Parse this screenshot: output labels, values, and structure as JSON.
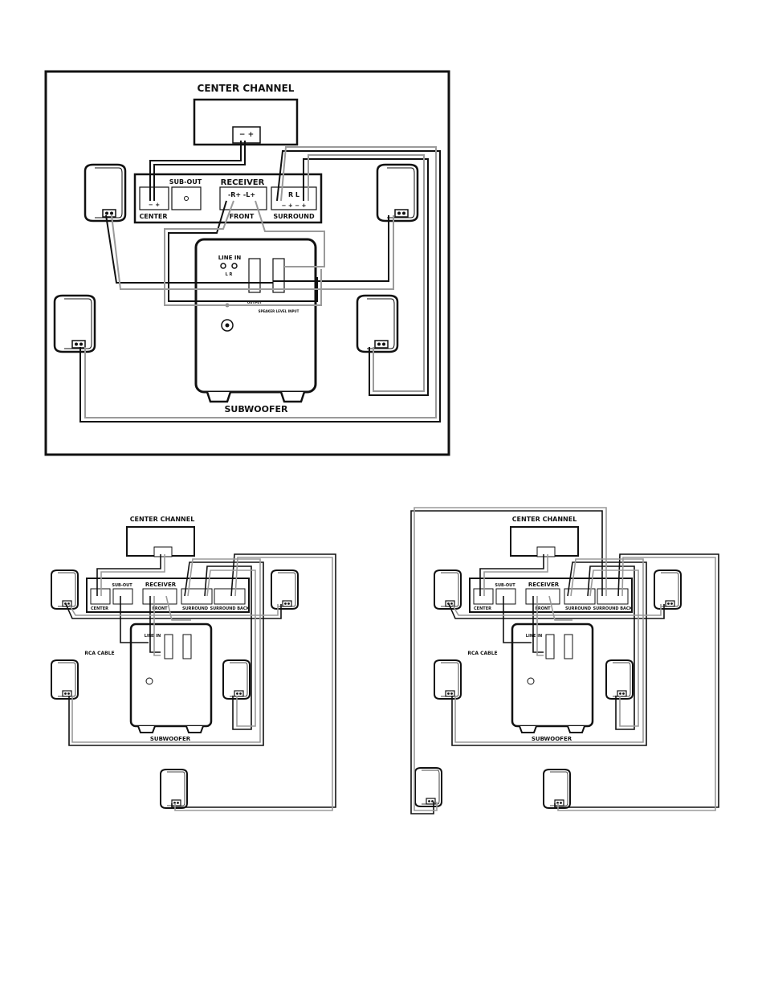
{
  "diagram_1": {
    "center_channel_label": "CENTER CHANNEL",
    "center_polarity": "− +",
    "receiver_title": "RECEIVER",
    "sub_out_label": "SUB-OUT",
    "center_label": "CENTER",
    "center_terminals": "−  +",
    "front_label": "FRONT",
    "front_terminals": "-R+  -L+",
    "surround_label": "SURROUND",
    "surround_top": "R     L",
    "surround_terminals": "− +  − +",
    "line_in_label": "LINE IN",
    "line_in_lr": "L    R",
    "speaker_level_output": "OUTPUT",
    "speaker_level_input": "SPEAKER LEVEL INPUT",
    "subwoofer_label": "SUBWOOFER"
  },
  "diagram_2": {
    "center_channel_label": "CENTER CHANNEL",
    "receiver_title": "RECEIVER",
    "sub_out_label": "SUB-OUT",
    "center_label": "CENTER",
    "front_label": "FRONT",
    "surround_label": "SURROUND",
    "surround_back_label": "SURROUND BACK",
    "line_in_label": "LINE IN",
    "rca_cable_label": "RCA CABLE",
    "subwoofer_label": "SUBWOOFER"
  },
  "diagram_3": {
    "center_channel_label": "CENTER CHANNEL",
    "receiver_title": "RECEIVER",
    "sub_out_label": "SUB-OUT",
    "center_label": "CENTER",
    "front_label": "FRONT",
    "surround_label": "SURROUND",
    "surround_back_label": "SURROUND BACK",
    "line_in_label": "LINE IN",
    "rca_cable_label": "RCA CABLE",
    "subwoofer_label": "SUBWOOFER"
  },
  "colors": {
    "ink": "#111111",
    "wire_light": "#9a9a9a",
    "panel": "#ffffff"
  }
}
